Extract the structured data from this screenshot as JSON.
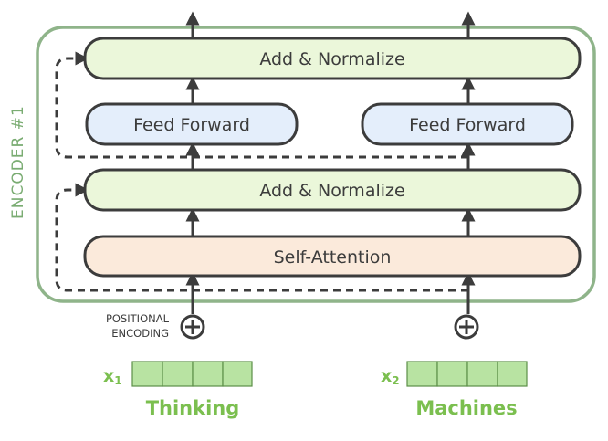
{
  "encoder": {
    "label": "ENCODER #1",
    "border_color": "#8fb48a"
  },
  "layers": {
    "add_norm_top": "Add & Normalize",
    "feed_forward_left": "Feed Forward",
    "feed_forward_right": "Feed Forward",
    "add_norm_bottom": "Add & Normalize",
    "self_attention": "Self-Attention"
  },
  "positional_encoding": {
    "line1": "POSITIONAL",
    "line2": "ENCODING",
    "symbol": "plus-circle-icon"
  },
  "inputs": [
    {
      "var": "x",
      "sub": "1",
      "word": "Thinking",
      "cells": 4
    },
    {
      "var": "x",
      "sub": "2",
      "word": "Machines",
      "cells": 4
    }
  ],
  "colors": {
    "add_norm_fill": "#ebf7da",
    "feed_forward_fill": "#e4eefb",
    "self_attention_fill": "#fbeadb",
    "box_stroke": "#3c3c3c",
    "vector_fill": "#b8e3a2",
    "vector_stroke": "#5c8f48",
    "label_green": "#7bbf4f",
    "encoder_green": "#8fb48a"
  }
}
